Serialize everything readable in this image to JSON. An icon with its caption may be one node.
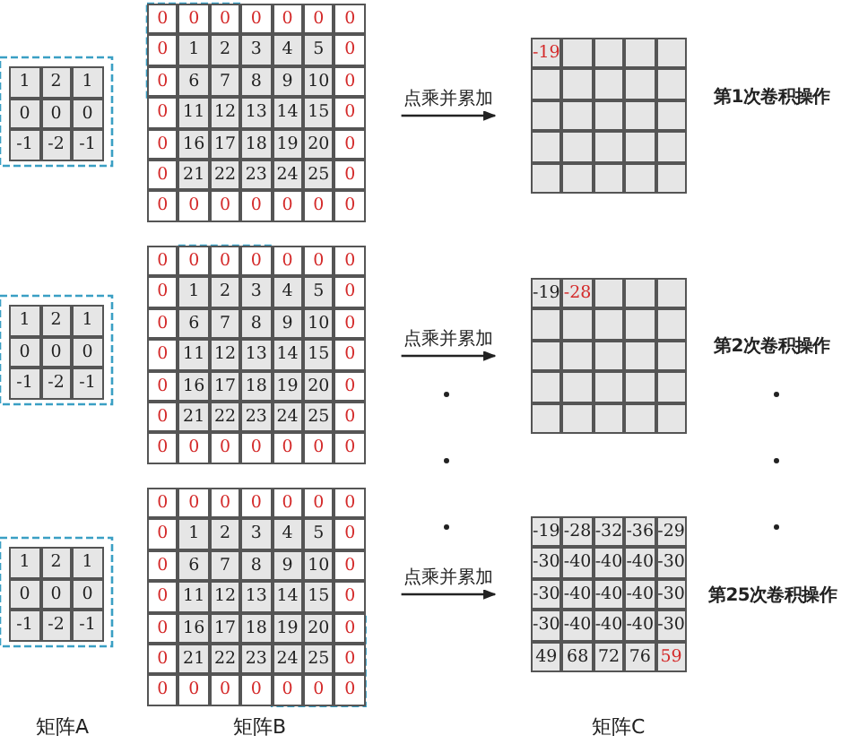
{
  "diagram": {
    "nodes": [
      {
        "text": [
          "1",
          "2",
          "1",
          "0",
          "0",
          "0",
          "-1",
          "-2",
          "-1"
        ]
      },
      {
        "text": [
          "0",
          "0",
          "0",
          "0",
          "0",
          "0",
          "0",
          "0",
          "1",
          "2",
          "3",
          "4",
          "5",
          "0",
          "0",
          "6",
          "7",
          "8",
          "9",
          "10",
          "0",
          "0",
          "11",
          "12",
          "13",
          "14",
          "15",
          "0",
          "0",
          "16",
          "17",
          "18",
          "19",
          "20",
          "0",
          "0",
          "21",
          "22",
          "23",
          "24",
          "25",
          "0",
          "0",
          "0",
          "0",
          "0",
          "0",
          "0",
          "0"
        ]
      },
      {
        "text": [
          "-19"
        ]
      },
      {
        "text": [
          "1",
          "2",
          "1",
          "0",
          "0",
          "0",
          "-1",
          "-2",
          "-1"
        ]
      },
      {
        "text": [
          "0",
          "0",
          "0",
          "0",
          "0",
          "0",
          "0",
          "0",
          "1",
          "2",
          "3",
          "4",
          "5",
          "0",
          "0",
          "6",
          "7",
          "8",
          "9",
          "10",
          "0",
          "0",
          "11",
          "12",
          "13",
          "14",
          "15",
          "0",
          "0",
          "16",
          "17",
          "18",
          "19",
          "20",
          "0",
          "0",
          "21",
          "22",
          "23",
          "24",
          "25",
          "0",
          "0",
          "0",
          "0",
          "0",
          "0",
          "0",
          "0"
        ]
      },
      {
        "text": [
          "-19",
          "-28"
        ]
      },
      {
        "text": [
          "1",
          "2",
          "1",
          "0",
          "0",
          "0",
          "-1",
          "-2",
          "-1"
        ]
      },
      {
        "text": [
          "0",
          "0",
          "0",
          "0",
          "0",
          "0",
          "0",
          "0",
          "1",
          "2",
          "3",
          "4",
          "5",
          "0",
          "0",
          "6",
          "7",
          "8",
          "9",
          "10",
          "0",
          "0",
          "11",
          "12",
          "13",
          "14",
          "15",
          "0",
          "0",
          "16",
          "17",
          "18",
          "19",
          "20",
          "0",
          "0",
          "21",
          "22",
          "23",
          "24",
          "25",
          "0",
          "0",
          "0",
          "0",
          "0",
          "0",
          "0",
          "0"
        ]
      },
      {
        "text": [
          "-19",
          "-28",
          "-32",
          "-36",
          "-29",
          "-30",
          "-40",
          "-40",
          "-40",
          "-30",
          "-30",
          "-40",
          "-40",
          "-40",
          "-30",
          "-30",
          "-40",
          "-40",
          "-40",
          "-30",
          "49",
          "68",
          "72",
          "76",
          "59"
        ]
      }
    ],
    "edges": [
      {
        "from": 1,
        "to": 2,
        "arrow": "to",
        "label": "点乘并累加"
      },
      {
        "from": 4,
        "to": 5,
        "arrow": "to",
        "label": "点乘并累加"
      },
      {
        "from": 7,
        "to": 8,
        "arrow": "to",
        "label": "点乘并累加"
      }
    ],
    "labels": [
      "第**1**次卷积操作",
      "第**2**次卷积操作",
      "第**25**次卷积操作",
      "矩阵A",
      "矩阵B",
      "矩阵C"
    ]
  }
}
